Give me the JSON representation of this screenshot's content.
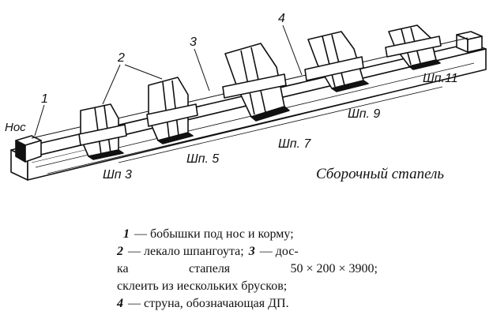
{
  "labels": {
    "nose": "Нос",
    "n1": "1",
    "n2": "2",
    "n3": "3",
    "n4": "4",
    "sh3": "Шп 3",
    "sh5": "Шп. 5",
    "sh7": "Шп. 7",
    "sh9": "Шп. 9",
    "sh11": "Шп.11"
  },
  "title": "Сборочный стапель",
  "legend": {
    "line1": {
      "num": "1",
      "text": "— бобышки под нос и корму;"
    },
    "line2": {
      "num": "2",
      "text_a": "— лекало шпангоута;",
      "num3": "3",
      "text_b": "— дос-"
    },
    "line3": {
      "a": "ка",
      "b": "стапеля",
      "c": "50 × 200 × 3900;"
    },
    "line4": {
      "text": "склеить из иескольких брусков;"
    },
    "line5": {
      "num": "4",
      "text": "— струна, обозначающая ДП."
    }
  }
}
